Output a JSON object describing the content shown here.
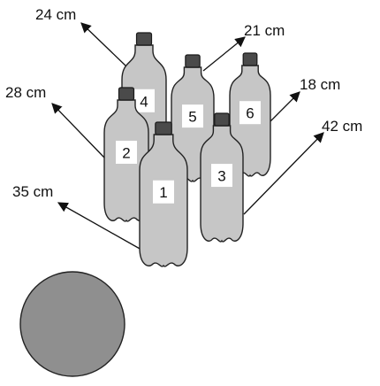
{
  "bottles": [
    {
      "number": "1",
      "distance": "35 cm"
    },
    {
      "number": "2",
      "distance": "28 cm"
    },
    {
      "number": "3",
      "distance": "42 cm"
    },
    {
      "number": "4",
      "distance": "24 cm"
    },
    {
      "number": "5",
      "distance": "21 cm"
    },
    {
      "number": "6",
      "distance": "18 cm"
    }
  ],
  "colors": {
    "bottle_fill": "#c6c6c6",
    "cap_fill": "#4a4a4a",
    "ball_fill": "#8f8f8f",
    "outline": "#222222"
  }
}
